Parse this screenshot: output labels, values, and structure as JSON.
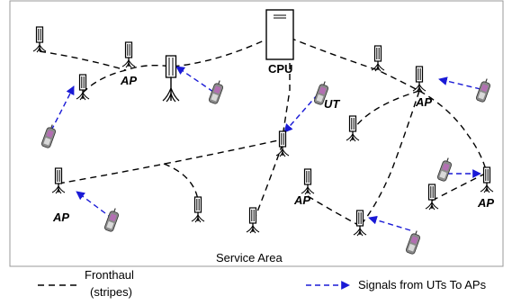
{
  "labels": {
    "cpu": "CPU",
    "ut": "UT",
    "ap": "AP",
    "service_area": "Service Area"
  },
  "legend": {
    "fronthaul_line1": "Fronthaul",
    "fronthaul_line2": "(stripes)",
    "signals": "Signals from UTs To APs"
  },
  "colors": {
    "fronthaul": "#000000",
    "signal": "#1a1ad6",
    "phone_body": "#8a8a8a",
    "phone_screen": "#b36fb3",
    "area_border": "#9a9a9a"
  },
  "icons": {
    "access_point": "antenna-tower-icon",
    "user_terminal": "mobile-phone-icon",
    "cpu": "server-tower-icon"
  }
}
